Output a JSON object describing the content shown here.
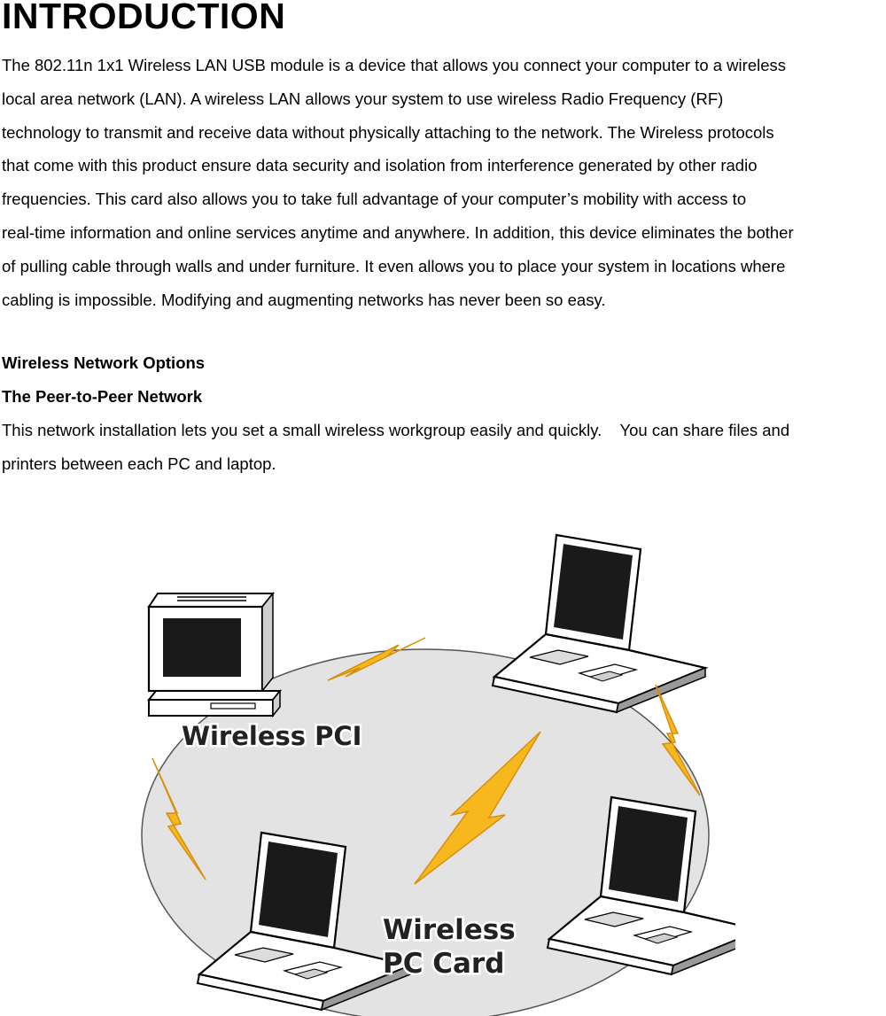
{
  "page": {
    "heading": "INTRODUCTION",
    "intro_lines": [
      "The 802.11n 1x1 Wireless LAN USB module is a device that allows you connect your computer to a wireless",
      "local area network (LAN). A wireless LAN allows your system to use wireless Radio Frequency (RF)",
      "technology to transmit and receive data without physically attaching to the network. The Wireless protocols",
      "that come with this product ensure data security and isolation from interference generated by other radio",
      "frequencies. This card also allows you to take full advantage of your computer’s mobility with access to",
      "real-time information and online services anytime and anywhere. In addition, this device eliminates the bother",
      "of pulling cable through walls and under furniture. It even allows you to place your system in locations where",
      "cabling is impossible. Modifying and augmenting networks has never been so easy."
    ],
    "section_title": "Wireless Network Options",
    "subsection_title": "The Peer-to-Peer Network",
    "p2p_lines": [
      "This network installation lets you set a small wireless workgroup easily and quickly.    You can share files and",
      "printers between each PC and laptop."
    ]
  },
  "diagram": {
    "pci_label": "Wireless PCI",
    "card_label_line1": "Wireless",
    "card_label_line2": "PC Card",
    "colors": {
      "ellipse_fill": "#e3e3e3",
      "bolt": "#f6b81c",
      "bolt_dark": "#d98e0c",
      "screen": "#1a1a1a"
    }
  }
}
